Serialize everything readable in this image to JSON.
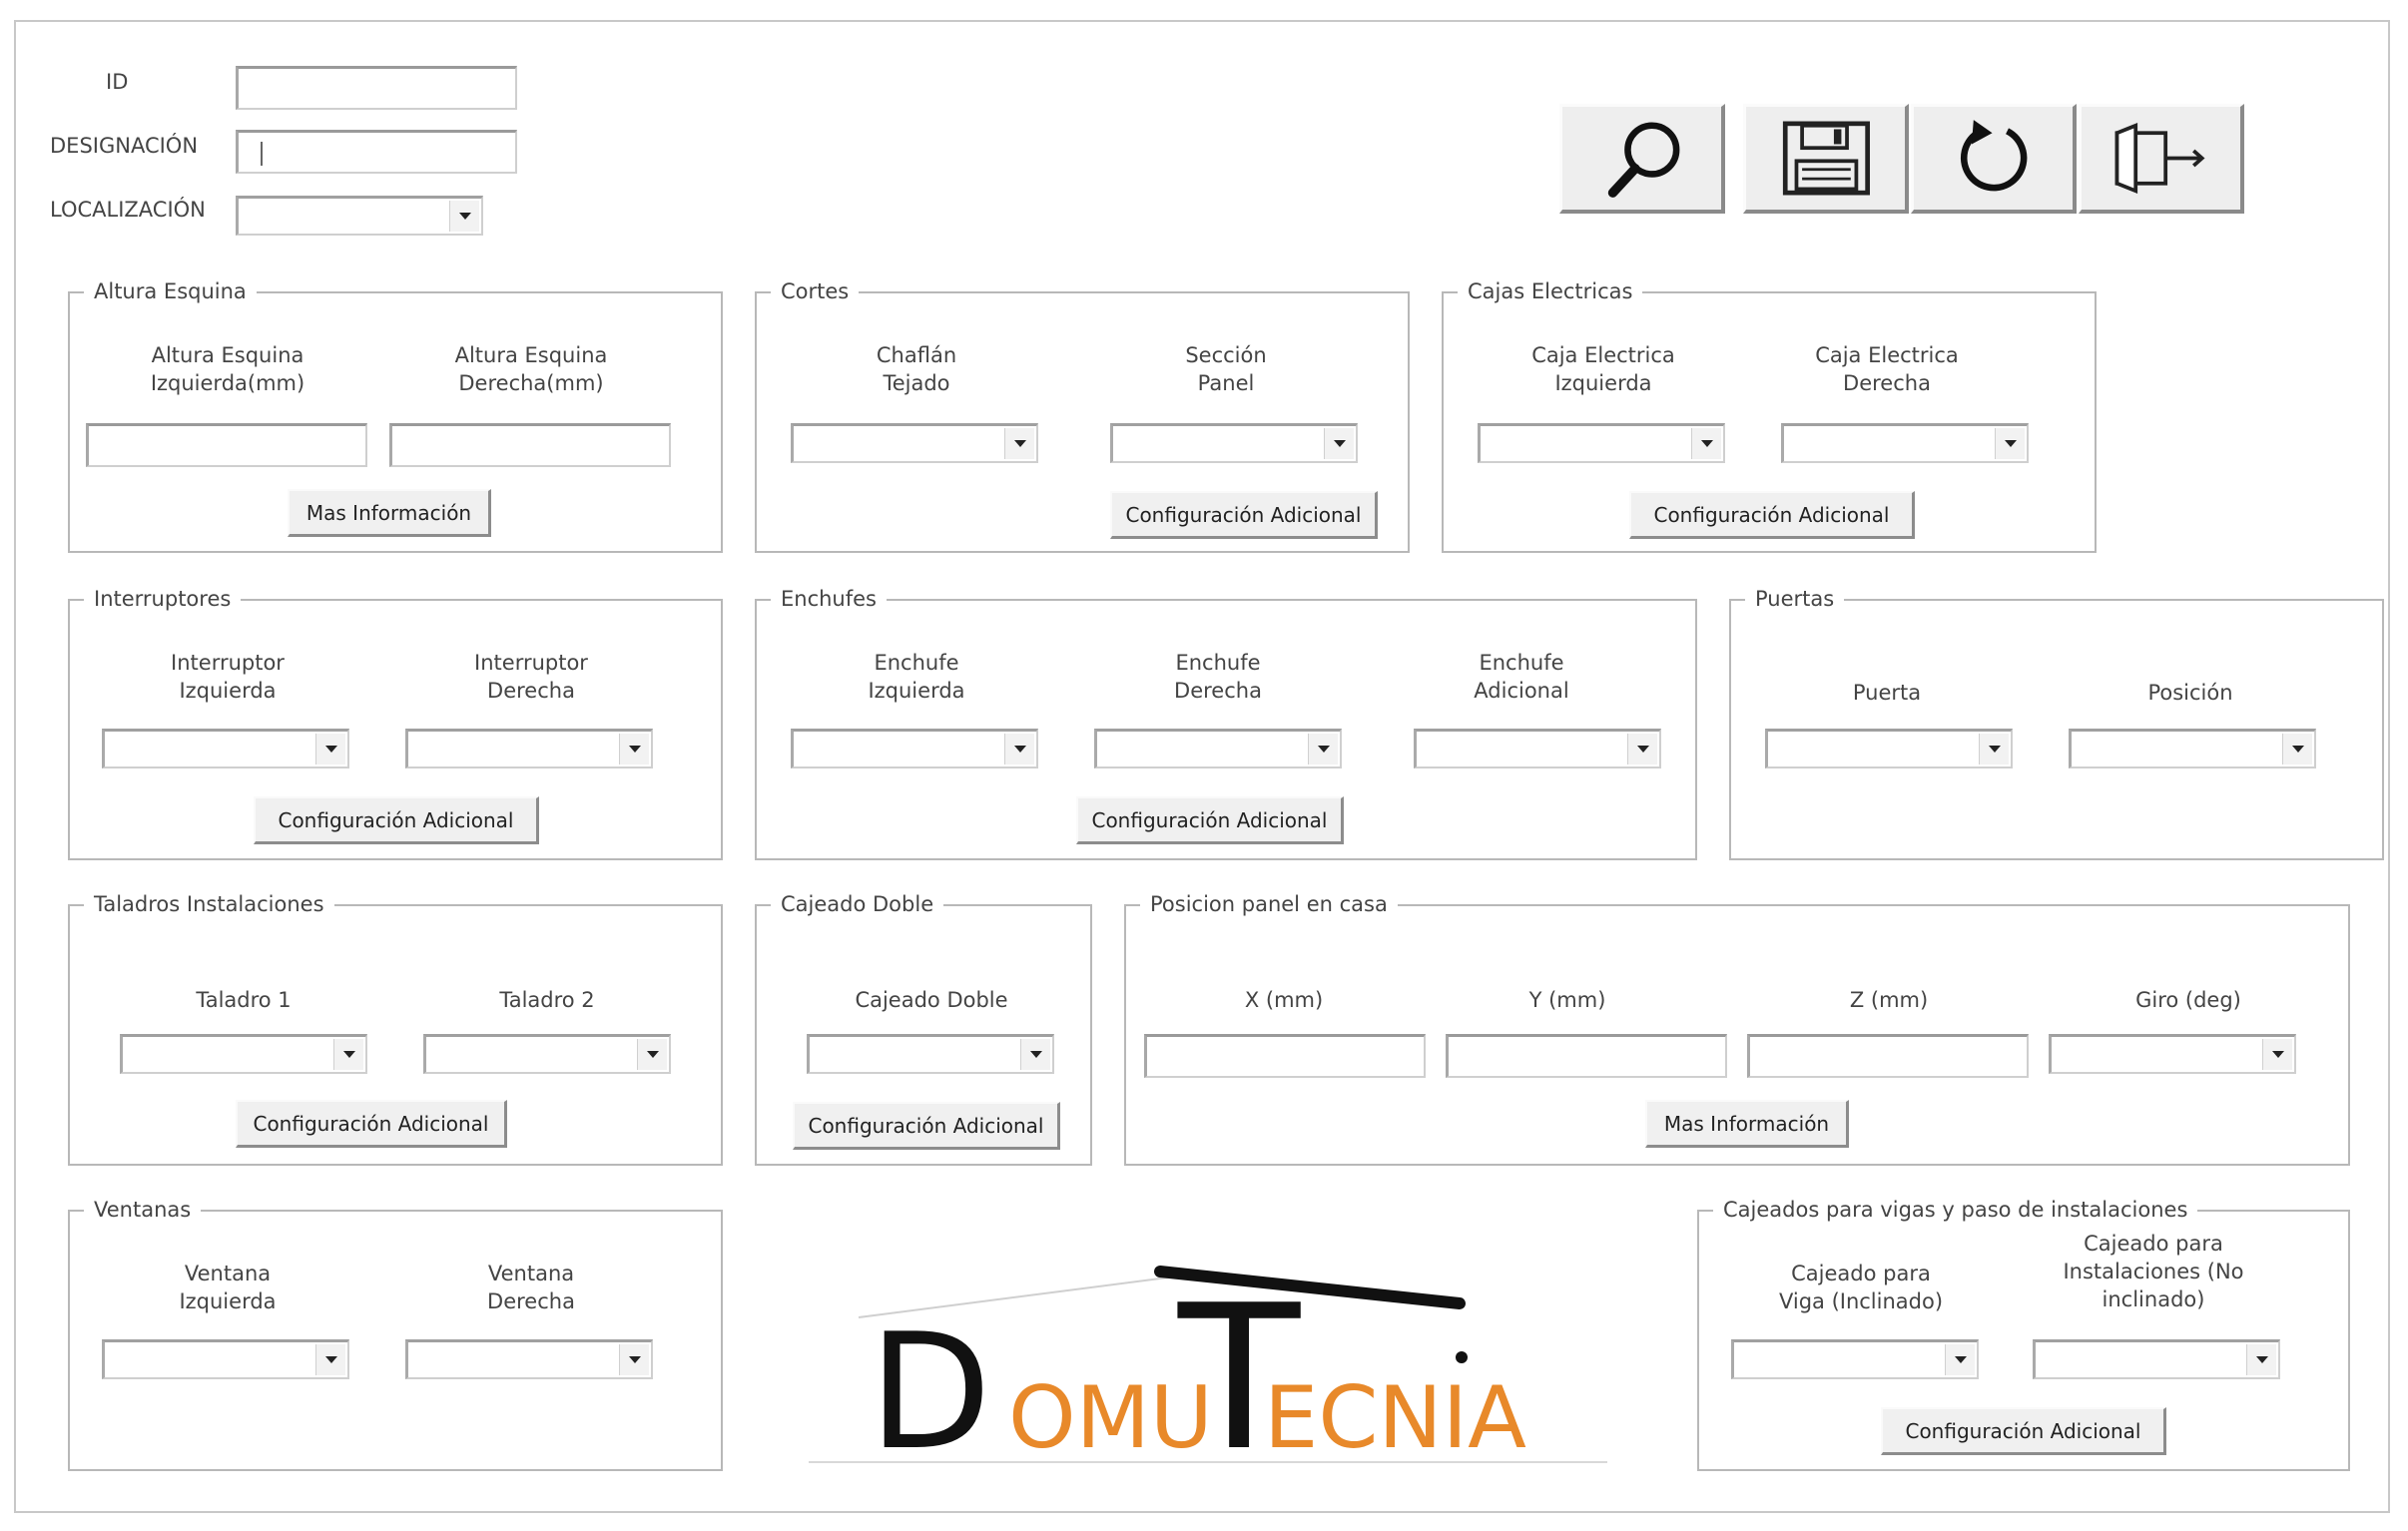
{
  "header": {
    "id_label": "ID",
    "designacion_label": "DESIGNACIÓN",
    "localizacion_label": "LOCALIZACIÓN",
    "id_value": "",
    "designacion_value": "",
    "localizacion_value": ""
  },
  "toolbar": {
    "search_icon": "search-icon",
    "save_icon": "floppy-disk-icon",
    "refresh_icon": "refresh-icon",
    "exit_icon": "exit-door-icon"
  },
  "altura": {
    "title": "Altura Esquina",
    "left_label": "Altura Esquina\nIzquierda(mm)",
    "right_label": "Altura Esquina\nDerecha(mm)",
    "button": "Mas Información"
  },
  "cortes": {
    "title": "Cortes",
    "left_label": "Chaflán\nTejado",
    "right_label": "Sección\nPanel",
    "button": "Configuración Adicional"
  },
  "cajas": {
    "title": "Cajas Electricas",
    "left_label": "Caja Electrica\nIzquierda",
    "right_label": "Caja Electrica\nDerecha",
    "button": "Configuración Adicional"
  },
  "interruptores": {
    "title": "Interruptores",
    "left_label": "Interruptor\nIzquierda",
    "right_label": "Interruptor\nDerecha",
    "button": "Configuración Adicional"
  },
  "enchufes": {
    "title": "Enchufes",
    "left_label": "Enchufe\nIzquierda",
    "mid_label": "Enchufe\nDerecha",
    "right_label": "Enchufe\nAdicional",
    "button": "Configuración Adicional"
  },
  "puertas": {
    "title": "Puertas",
    "left_label": "Puerta",
    "right_label": "Posición"
  },
  "taladros": {
    "title": "Taladros Instalaciones",
    "left_label": "Taladro 1",
    "right_label": "Taladro 2",
    "button": "Configuración Adicional"
  },
  "cajeado_doble": {
    "title": "Cajeado Doble",
    "label": "Cajeado Doble",
    "button": "Configuración Adicional"
  },
  "posicion": {
    "title": "Posicion panel en casa",
    "x_label": "X (mm)",
    "y_label": "Y (mm)",
    "z_label": "Z (mm)",
    "giro_label": "Giro (deg)",
    "button": "Mas Información"
  },
  "ventanas": {
    "title": "Ventanas",
    "left_label": "Ventana\nIzquierda",
    "right_label": "Ventana\nDerecha"
  },
  "cajeados": {
    "title": "Cajeados para vigas y paso de instalaciones",
    "left_label": "Cajeado para\nViga (Inclinado)",
    "right_label": "Cajeado para\nInstalaciones (No\ninclinado)",
    "button": "Configuración Adicional"
  },
  "logo": {
    "part1": "D",
    "part2": "OMU",
    "part3": "T",
    "part4": "ECNIA",
    "colors": {
      "dark": "#111111",
      "orange": "#e8892a"
    }
  }
}
